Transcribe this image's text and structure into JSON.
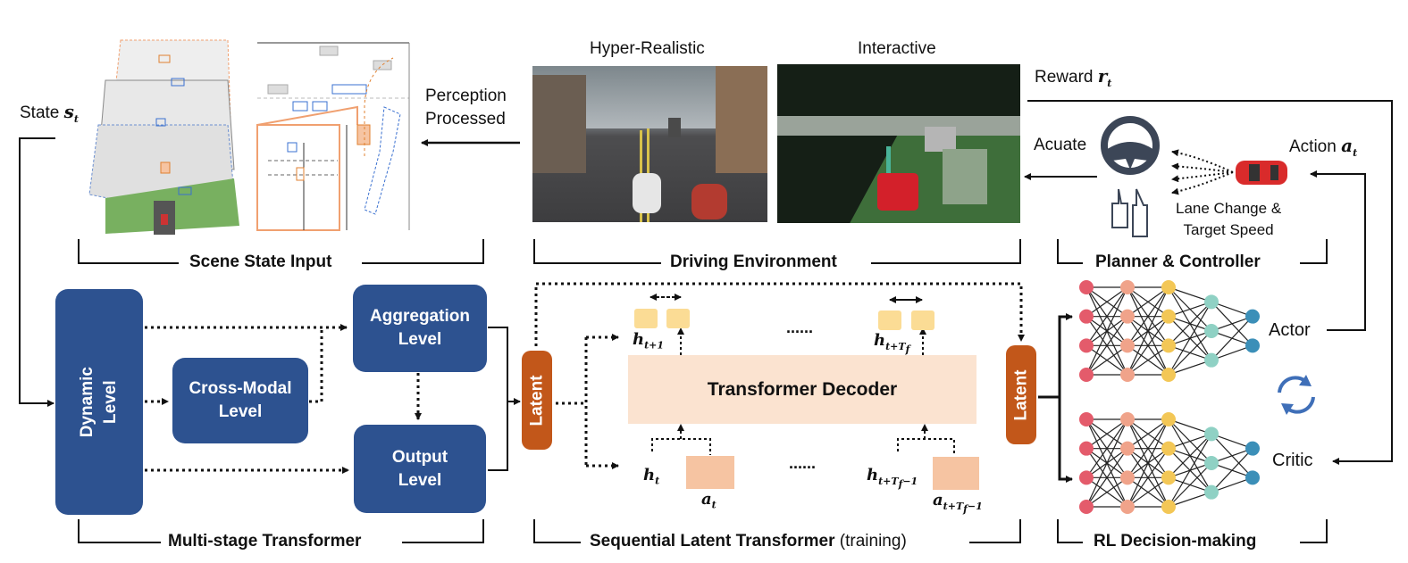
{
  "scene": {
    "state_label": "State ",
    "state_symbol": "s",
    "state_sub": "t",
    "perception_line1": "Perception",
    "perception_line2": "Processed",
    "section_title": "Scene State Input"
  },
  "environment": {
    "hyper_realistic": "Hyper-Realistic",
    "interactive": "Interactive",
    "section_title": "Driving Environment"
  },
  "planner": {
    "reward_label": "Reward ",
    "reward_symbol": "r",
    "reward_sub": "t",
    "acuate": "Acuate",
    "action_label": "Action ",
    "action_symbol": "a",
    "action_sub": "t",
    "lane_change_line1": "Lane Change &",
    "lane_change_line2": "Target Speed",
    "section_title": "Planner & Controller"
  },
  "multistage": {
    "dynamic_line1": "Dynamic",
    "dynamic_line2": "Level",
    "cross_modal_line1": "Cross-Modal",
    "cross_modal_line2": "Level",
    "aggregation_line1": "Aggregation",
    "aggregation_line2": "Level",
    "output_line1": "Output",
    "output_line2": "Level",
    "section_title": "Multi-stage Transformer"
  },
  "sequential": {
    "latent_left": "Latent",
    "latent_right": "Latent",
    "decoder": "Transformer Decoder",
    "h_top_left": "h",
    "h_top_left_sub": "t+1",
    "h_top_right": "h",
    "h_top_right_sub": "t+T",
    "h_top_right_subsub": "f",
    "h_bottom_left": "h",
    "h_bottom_left_sub": "t",
    "a_bottom_left": "a",
    "a_bottom_left_sub": "t",
    "h_bottom_right": "h",
    "h_bottom_right_sub": "t+T",
    "h_bottom_right_subsub": "f",
    "h_bottom_right_tail": "−1",
    "a_bottom_right": "a",
    "a_bottom_right_sub": "t+T",
    "a_bottom_right_subsub": "f",
    "a_bottom_right_tail": "−1",
    "ellipsis": "......",
    "section_title": "Sequential Latent Transformer",
    "section_suffix": " (training)"
  },
  "rl": {
    "actor": "Actor",
    "critic": "Critic",
    "section_title": "RL Decision-making"
  },
  "colors": {
    "navy_box": "#2d5290",
    "latent_orange": "#c2571a",
    "decoder_fill": "#fbe3d0",
    "hidden_yellow": "#fbdc95",
    "action_peach": "#f6c4a2",
    "node_red": "#e45b6b",
    "node_pink": "#f0a38a",
    "node_yellow": "#f3c756",
    "node_teal": "#8fd1c4",
    "node_blue": "#3b8fb8"
  }
}
